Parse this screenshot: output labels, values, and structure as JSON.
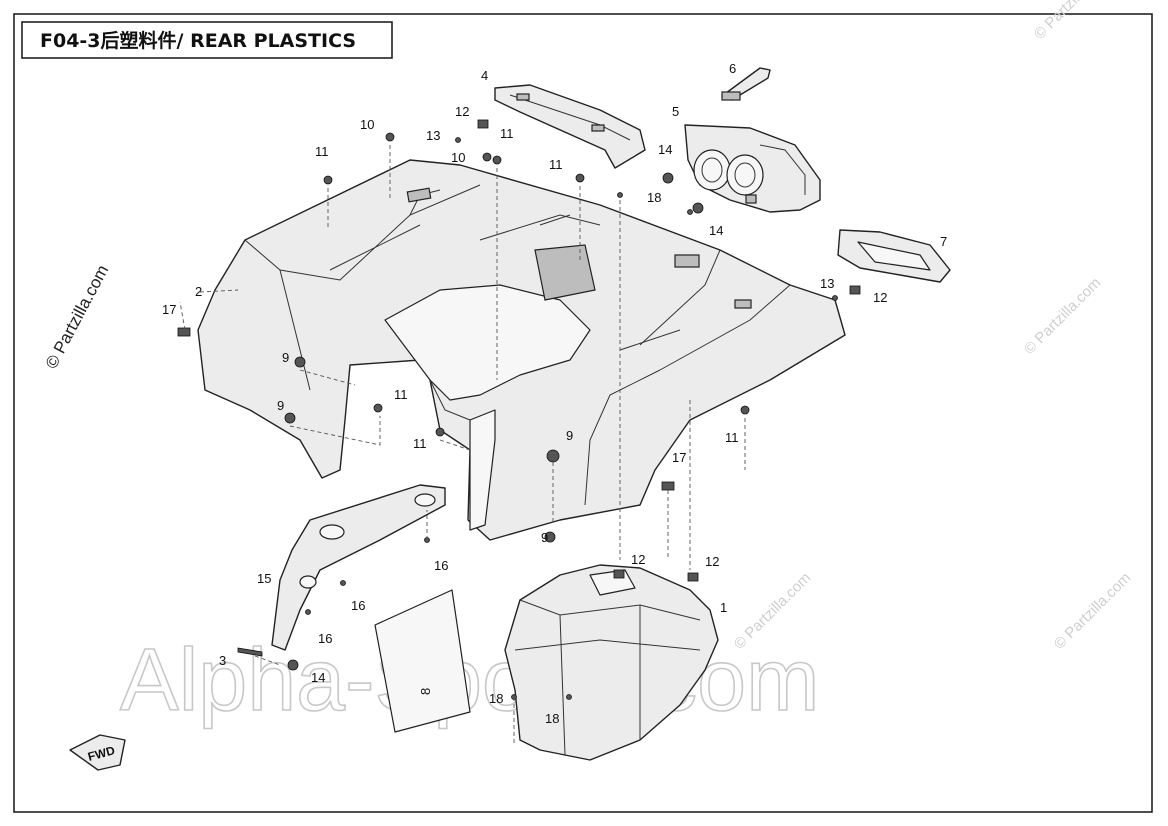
{
  "title": "F04-3后塑料件/ REAR PLASTICS",
  "watermarks": {
    "main": "Alpha-Sports.com",
    "corner": "© Partzilla.com",
    "left_vertical": "© Partzilla.com"
  },
  "direction_label": "FWD",
  "callouts": {
    "c1": "1",
    "c2": "2",
    "c3": "3",
    "c4": "4",
    "c5": "5",
    "c6": "6",
    "c7": "7",
    "c8": "8",
    "c9a": "9",
    "c9b": "9",
    "c9c": "9",
    "c9d": "9",
    "c10a": "10",
    "c10b": "10",
    "c11a": "11",
    "c11b": "11",
    "c11c": "11",
    "c11d": "11",
    "c11e": "11",
    "c11f": "11",
    "c12a": "12",
    "c12b": "12",
    "c12c": "12",
    "c12d": "12",
    "c13a": "13",
    "c13b": "13",
    "c14a": "14",
    "c14b": "14",
    "c14c": "14",
    "c15": "15",
    "c16a": "16",
    "c16b": "16",
    "c16c": "16",
    "c17a": "17",
    "c17b": "17",
    "c18a": "18",
    "c18b": "18",
    "c18c": "18"
  }
}
